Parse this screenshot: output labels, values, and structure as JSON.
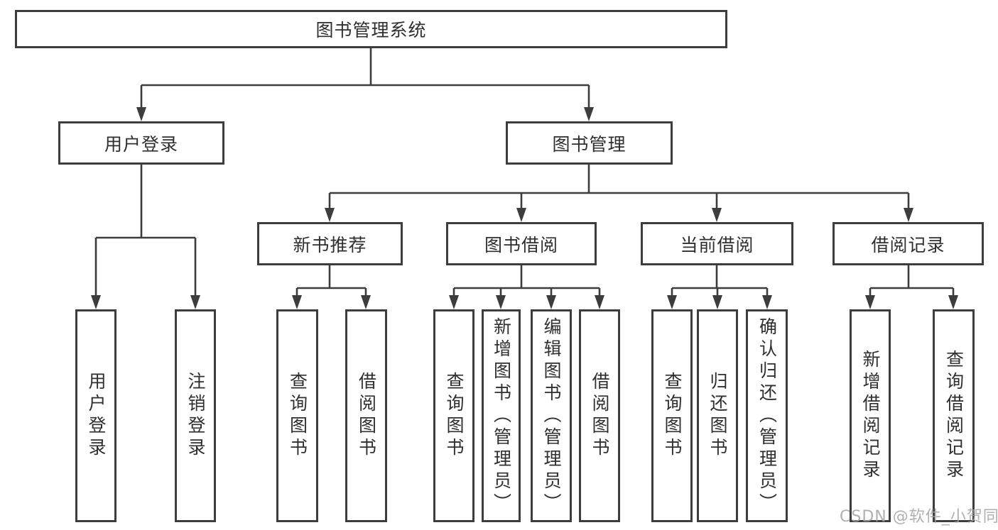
{
  "diagram": {
    "root": {
      "label": "图书管理系统"
    },
    "level2": [
      {
        "label": "用户登录"
      },
      {
        "label": "图书管理"
      }
    ],
    "level3": [
      {
        "label": "新书推荐"
      },
      {
        "label": "图书借阅"
      },
      {
        "label": "当前借阅"
      },
      {
        "label": "借阅记录"
      }
    ],
    "leaves": [
      {
        "label": "用户登录"
      },
      {
        "label": "注销登录"
      },
      {
        "label": "查询图书"
      },
      {
        "label": "借阅图书"
      },
      {
        "label": "查询图书"
      },
      {
        "label": "新增图书（管理员）"
      },
      {
        "label": "编辑图书（管理员）"
      },
      {
        "label": "借阅图书"
      },
      {
        "label": "查询图书"
      },
      {
        "label": "归还图书"
      },
      {
        "label": "确认归还（管理员）"
      },
      {
        "label": "新增借阅记录"
      },
      {
        "label": "查询借阅记录"
      }
    ],
    "colors": {
      "line": "#3d3d3d",
      "text": "#2f2f2f",
      "watermark": "#a3a3a3"
    }
  },
  "watermark": {
    "text": "CSDN @软件_小贺同学"
  }
}
